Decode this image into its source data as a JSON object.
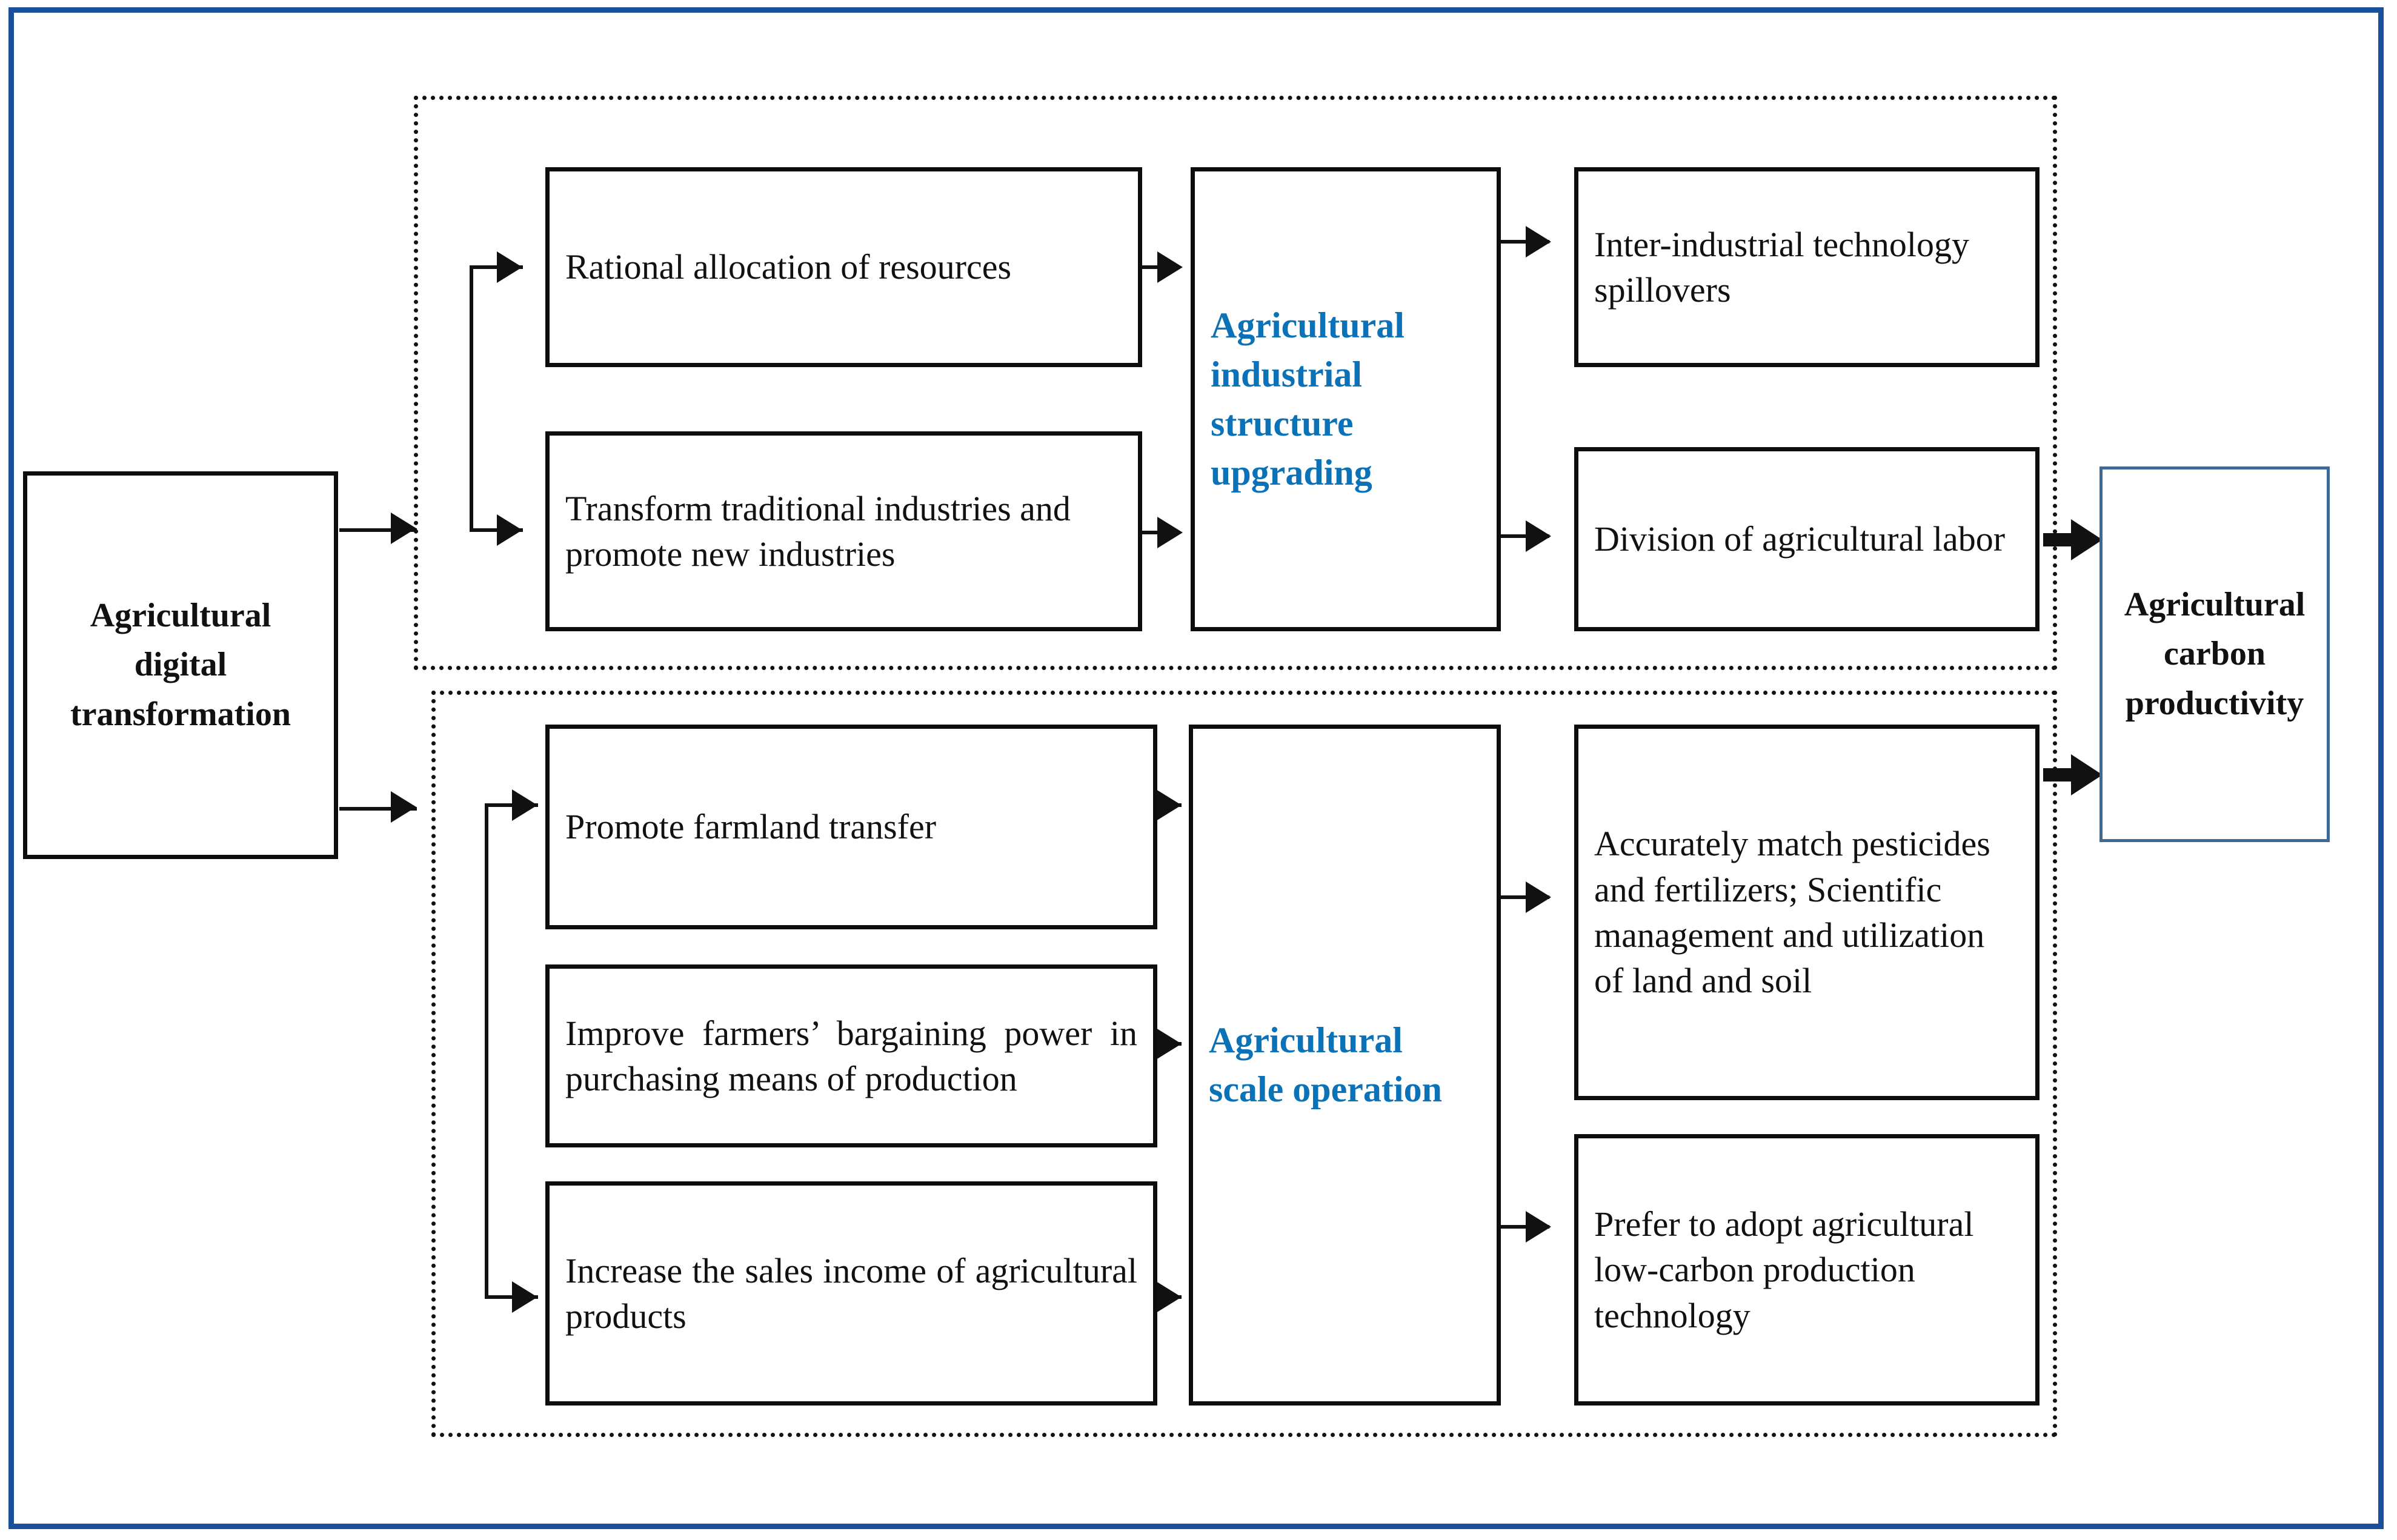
{
  "figure": {
    "type": "flow-diagram",
    "accent_blue": "#0c72b8",
    "frame_blue": "#1a4f99",
    "outcome_border": "#3d6b94"
  },
  "source": {
    "label": "Agricultural digital transformation"
  },
  "outcome": {
    "label": "Agricultural carbon productivity"
  },
  "groups": {
    "structure": {
      "mechanism_label": "Agricultural industrial structure upgrading",
      "drivers": [
        {
          "label": "Rational allocation of resources"
        },
        {
          "label": "Transform traditional industries and promote new industries"
        }
      ],
      "effects": [
        {
          "label": "Inter-industrial technology spillovers"
        },
        {
          "label": "Division of agricultural labor"
        }
      ]
    },
    "scale": {
      "mechanism_label": "Agricultural scale operation",
      "drivers": [
        {
          "label": "Promote farmland transfer"
        },
        {
          "label": "Improve farmers’ bargaining power in purchasing means of production"
        },
        {
          "label": "Increase the sales income of agricultural products"
        }
      ],
      "effects": [
        {
          "label": "Accurately match pesticides and fertilizers; Scientific management and utilization of land and soil"
        },
        {
          "label": "Prefer to adopt agricultural low-carbon production technology"
        }
      ]
    }
  }
}
